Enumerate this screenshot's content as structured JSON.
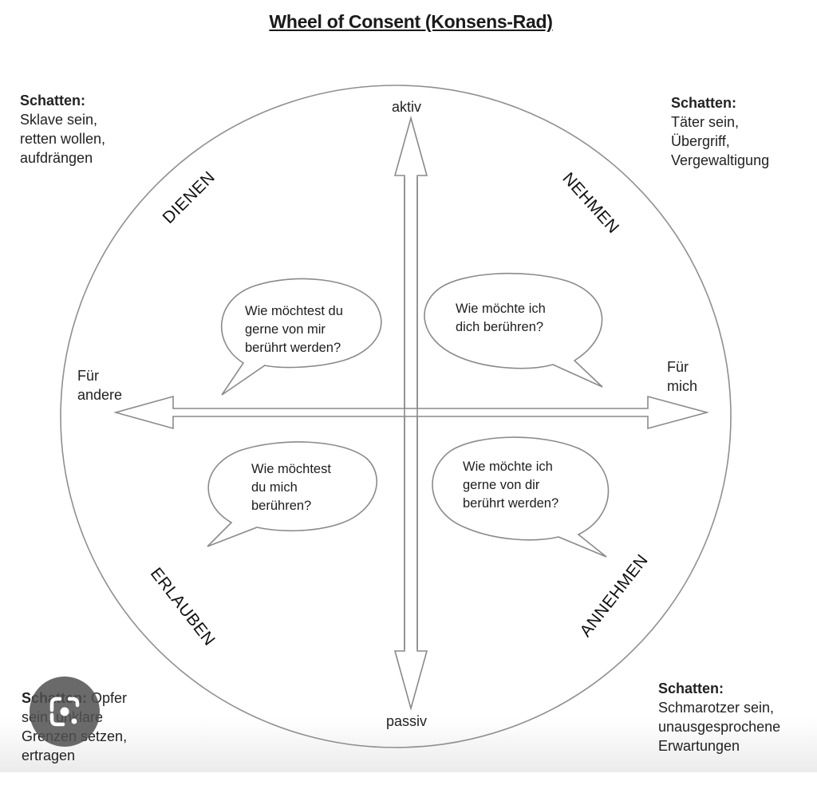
{
  "title": "Wheel of Consent (Konsens-Rad)",
  "axes": {
    "top": "aktiv",
    "bottom": "passiv",
    "left_line1": "Für",
    "left_line2": "andere",
    "right_line1": "Für",
    "right_line2": "mich"
  },
  "quadrants": {
    "top_left": "DIENEN",
    "top_right": "NEHMEN",
    "bottom_left": "ERLAUBEN",
    "bottom_right": "ANNEHMEN"
  },
  "bubbles": {
    "top_left": [
      "Wie möchtest du",
      "gerne von mir",
      "berührt werden?"
    ],
    "top_right": [
      "Wie möchte ich",
      "dich berühren?"
    ],
    "bottom_left": [
      "Wie möchtest",
      "du mich",
      "berühren?"
    ],
    "bottom_right": [
      "Wie möchte ich",
      "gerne von dir",
      "berührt werden?"
    ]
  },
  "shadows": {
    "top_left": {
      "heading": "Schatten:",
      "lines": [
        "Sklave sein,",
        "retten wollen,",
        "aufdrängen"
      ]
    },
    "top_right": {
      "heading": "Schatten:",
      "lines": [
        "Täter sein,",
        "Übergriff,",
        "Vergewaltigung"
      ]
    },
    "bottom_left": {
      "heading": "Schatten:",
      "heading_rest": " Opfer",
      "lines": [
        "sein, unklare",
        "Grenzen setzen,",
        "ertragen"
      ]
    },
    "bottom_right": {
      "heading": "Schatten:",
      "lines": [
        "Schmarotzer sein,",
        "unausgesprochene",
        "Erwartungen"
      ]
    }
  },
  "overlay": {
    "icon": "lens-camera-icon"
  },
  "colors": {
    "line": "#8a8a8a",
    "text": "#1a1a1a"
  }
}
